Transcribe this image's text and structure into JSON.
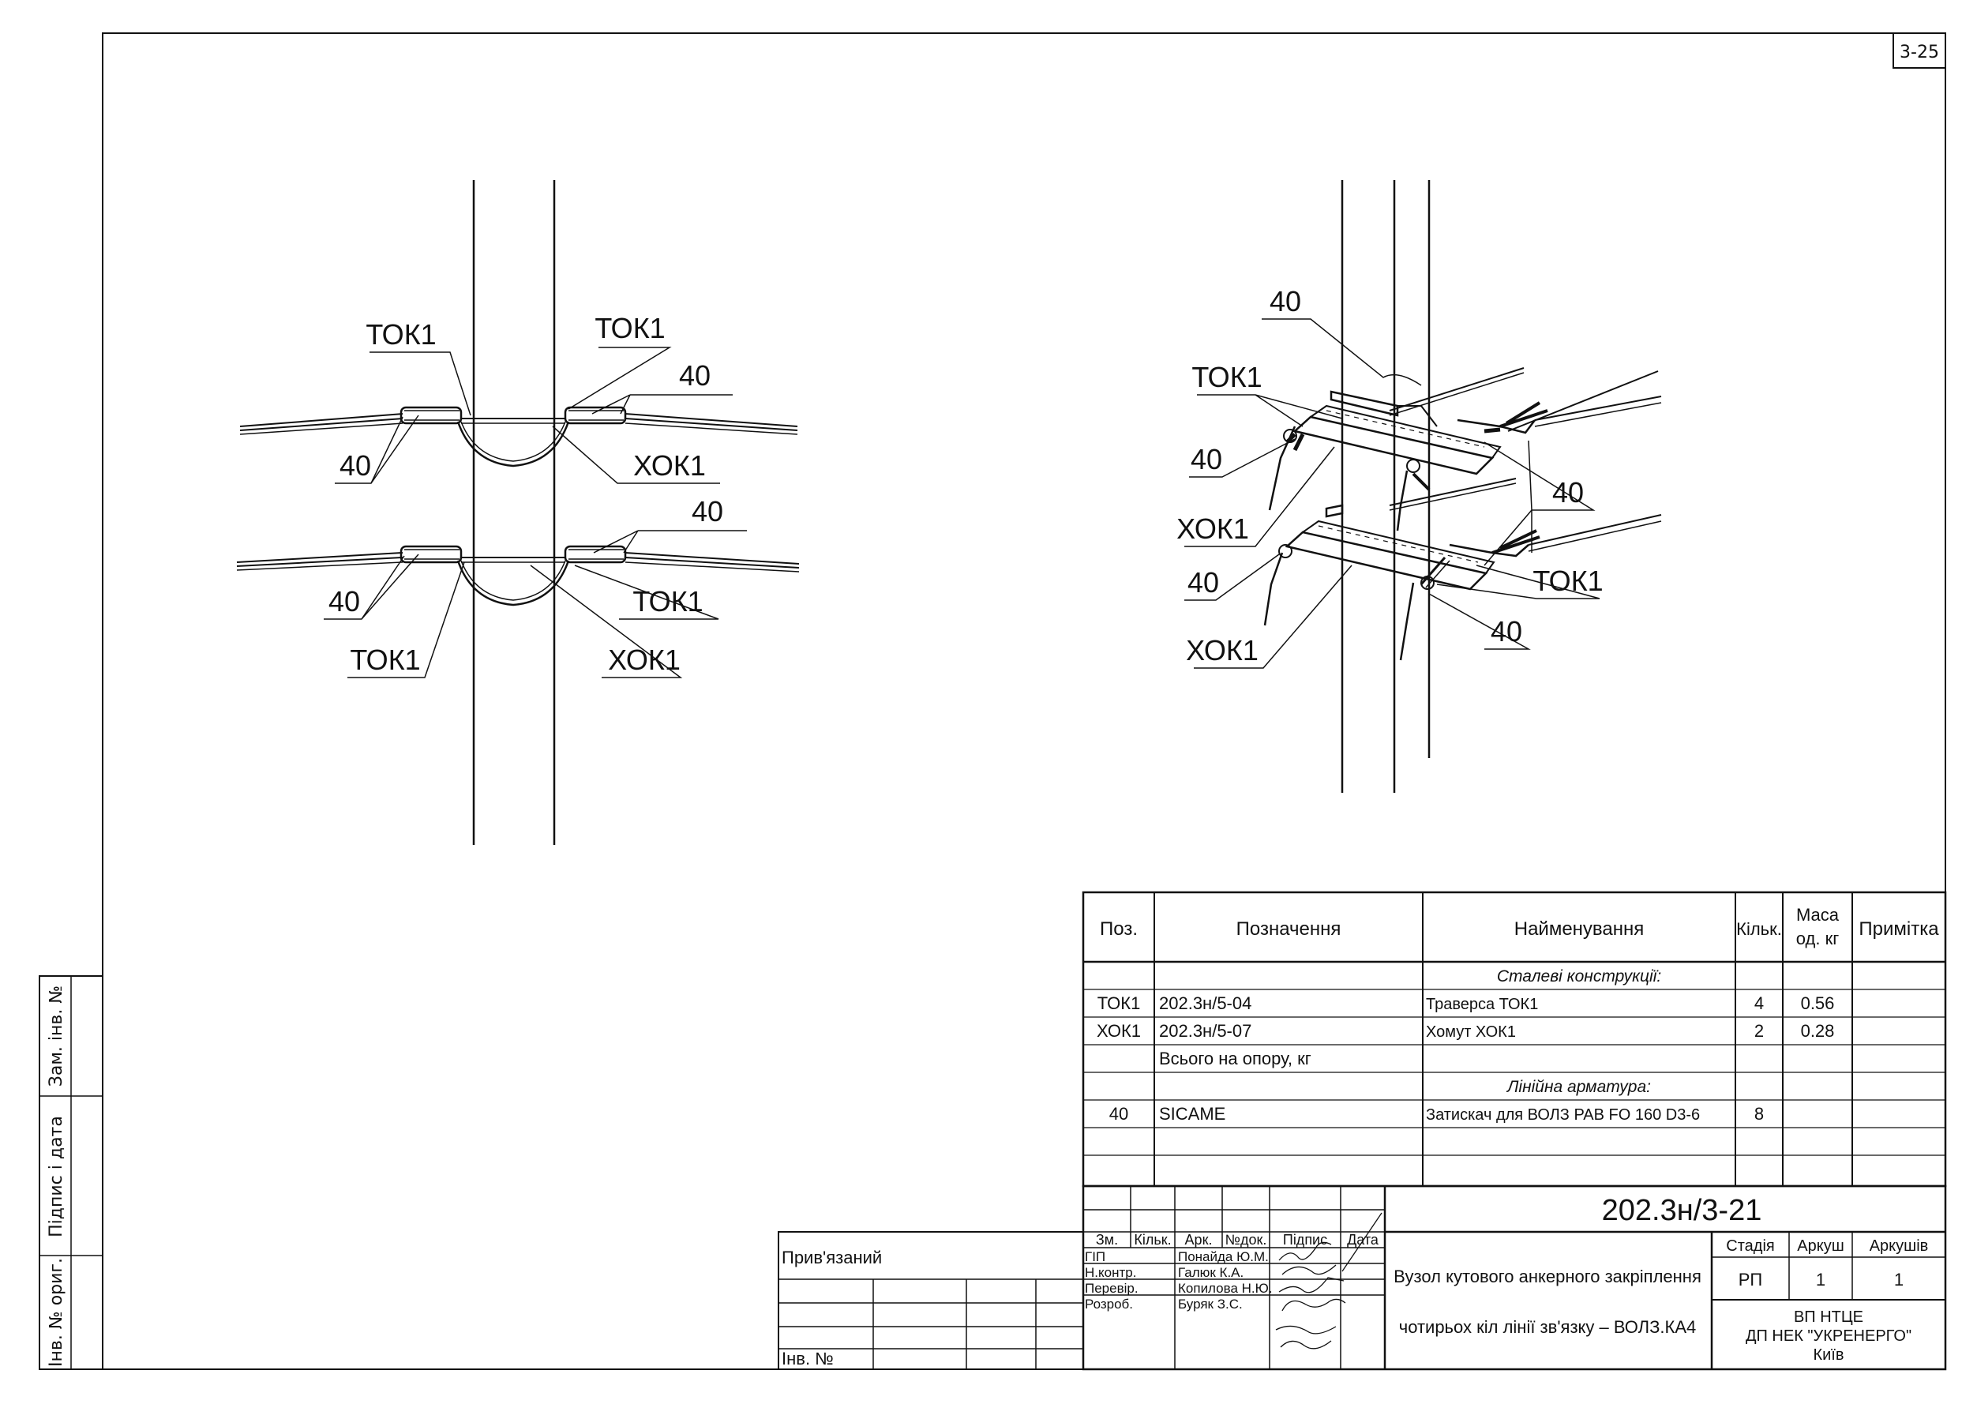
{
  "sheet": {
    "corner_code": "3-25"
  },
  "left_margin": {
    "inv_orig": "Інв. № ориг.",
    "sign_date": "Підпис і дата",
    "repl_inv": "Зам. інв. №"
  },
  "left_view": {
    "callouts": [
      "ТОК1",
      "ТОК1",
      "40",
      "40",
      "ХОК1",
      "40",
      "40",
      "ТОК1",
      "ТОК1",
      "ХОК1"
    ]
  },
  "right_view": {
    "callouts": [
      "40",
      "ТОК1",
      "40",
      "ХОК1",
      "40",
      "ХОК1",
      "40",
      "ТОК1",
      "40"
    ]
  },
  "spec_table": {
    "headers": [
      "Поз.",
      "Позначення",
      "Найменування",
      "Кільк.",
      "Маса",
      "од. кг",
      "Примітка"
    ],
    "rows": [
      {
        "pos": "",
        "designation": "",
        "name": "Сталеві конструкції:",
        "qty": "",
        "mass": "",
        "note": "",
        "section": true
      },
      {
        "pos": "ТОК1",
        "designation": "202.3н/5-04",
        "name": "Траверса ТОК1",
        "qty": "4",
        "mass": "0.56",
        "note": ""
      },
      {
        "pos": "ХОК1",
        "designation": "202.3н/5-07",
        "name": "Хомут ХОК1",
        "qty": "2",
        "mass": "0.28",
        "note": ""
      },
      {
        "pos": "",
        "designation": "Всього на опору, кг",
        "name": "",
        "qty": "",
        "mass": "",
        "note": ""
      },
      {
        "pos": "",
        "designation": "",
        "name": "Лінійна арматура:",
        "qty": "",
        "mass": "",
        "note": "",
        "section": true
      },
      {
        "pos": "40",
        "designation": "SICAME",
        "name": "Затискач для ВОЛЗ PAB FO 160 D3-6",
        "qty": "8",
        "mass": "",
        "note": ""
      },
      {
        "pos": "",
        "designation": "",
        "name": "",
        "qty": "",
        "mass": "",
        "note": ""
      },
      {
        "pos": "",
        "designation": "",
        "name": "",
        "qty": "",
        "mass": "",
        "note": ""
      }
    ]
  },
  "title_block": {
    "doc_code": "202.3н/3-21",
    "linked": "Прив'язаний",
    "inv_no": "Інв. №",
    "rev_headers": [
      "Зм.",
      "Кільк.",
      "Арк.",
      "№док.",
      "Підпис",
      "Дата"
    ],
    "staff": [
      {
        "role": "ГІП",
        "name": "Понайда Ю.М."
      },
      {
        "role": "Н.контр.",
        "name": "Галюк К.А."
      },
      {
        "role": "Перевір.",
        "name": "Копилова Н.Ю."
      },
      {
        "role": "Розроб.",
        "name": "Буряк З.С."
      }
    ],
    "title_line1": "Вузол кутового анкерного закріплення",
    "title_line2": "чотирьох кіл лінії зв'язку – ВОЛЗ.КА4",
    "stage_headers": [
      "Стадія",
      "Аркуш",
      "Аркушів"
    ],
    "stage": "РП",
    "sheet_no": "1",
    "sheets_total": "1",
    "org_line1": "ВП НТЦЕ",
    "org_line2": "ДП НЕК \"УКРЕНЕРГО\"",
    "org_line3": "Київ"
  }
}
